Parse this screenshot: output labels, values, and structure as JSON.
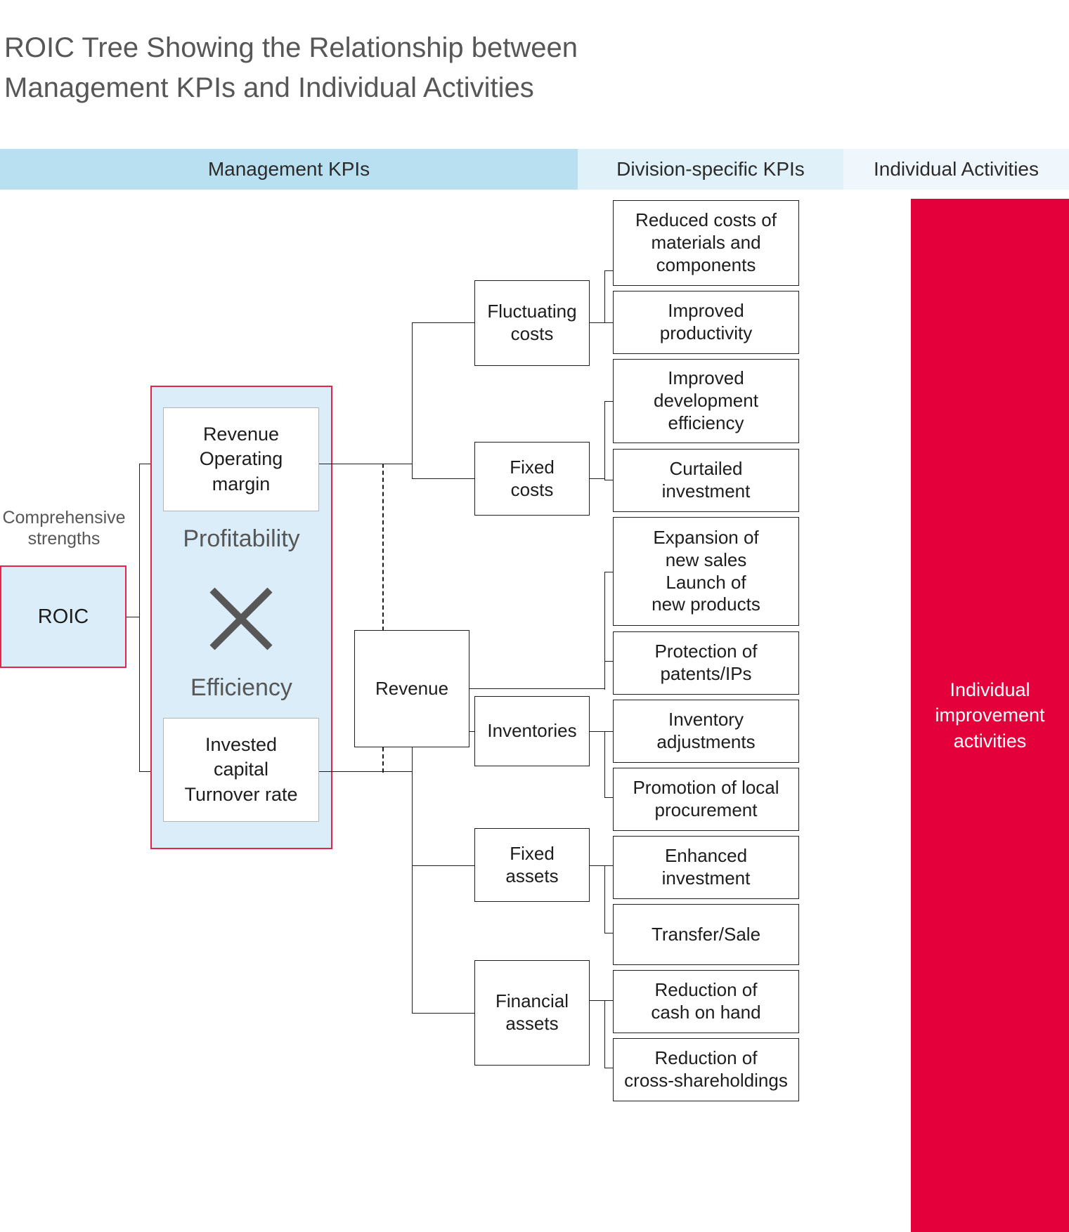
{
  "title": {
    "line1": "ROIC Tree Showing the Relationship between",
    "line2": "Management KPIs and Individual Activities"
  },
  "header_bands": [
    {
      "label": "Management KPIs",
      "color": "#b9e0f1"
    },
    {
      "label": "Division-specific KPIs",
      "color": "#e0f1f9"
    },
    {
      "label": "Individual Activities",
      "color": "#eff7fc"
    }
  ],
  "root": {
    "caption": "Comprehensive\nstrengths",
    "caption_line1": "Comprehensive",
    "caption_line2": "strengths",
    "label": "ROIC",
    "border_color": "#e8234a",
    "fill_color": "#dbedf8"
  },
  "kpi_panel": {
    "border_color": "#e8234a",
    "fill_color": "#dbedf8",
    "top_box_line1": "Revenue",
    "top_box_line2": "Operating",
    "top_box_line3": "margin",
    "profitability": "Profitability",
    "operator": "×",
    "efficiency": "Efficiency",
    "bottom_box_line1": "Invested",
    "bottom_box_line2": "capital",
    "bottom_box_line3": "Turnover rate"
  },
  "division_kpis": [
    {
      "line1": "Fluctuating",
      "line2": "costs"
    },
    {
      "line1": "Fixed",
      "line2": "costs"
    },
    {
      "line1": "Revenue",
      "line2": ""
    },
    {
      "line1": "Inventories",
      "line2": ""
    },
    {
      "line1": "Fixed",
      "line2": "assets"
    },
    {
      "line1": "Financial",
      "line2": "assets"
    }
  ],
  "activities": [
    {
      "line1": "Reduced costs of",
      "line2": "materials and",
      "line3": "components"
    },
    {
      "line1": "Improved",
      "line2": "productivity",
      "line3": ""
    },
    {
      "line1": "Improved",
      "line2": "development",
      "line3": "efficiency"
    },
    {
      "line1": "Curtailed",
      "line2": "investment",
      "line3": ""
    },
    {
      "line1": "Expansion of",
      "line2": "new sales",
      "line3": "Launch of",
      "line4": "new products"
    },
    {
      "line1": "Protection of",
      "line2": "patents/IPs",
      "line3": ""
    },
    {
      "line1": "Inventory",
      "line2": "adjustments",
      "line3": ""
    },
    {
      "line1": "Promotion of local",
      "line2": "procurement",
      "line3": ""
    },
    {
      "line1": "Enhanced",
      "line2": "investment",
      "line3": ""
    },
    {
      "line1": "Transfer/Sale",
      "line2": "",
      "line3": ""
    },
    {
      "line1": "Reduction of",
      "line2": "cash on hand",
      "line3": ""
    },
    {
      "line1": "Reduction of",
      "line2": "cross-shareholdings",
      "line3": ""
    }
  ],
  "right_panel": {
    "line1": "Individual",
    "line2": "improvement",
    "line3": "activities",
    "color": "#e4003a"
  }
}
